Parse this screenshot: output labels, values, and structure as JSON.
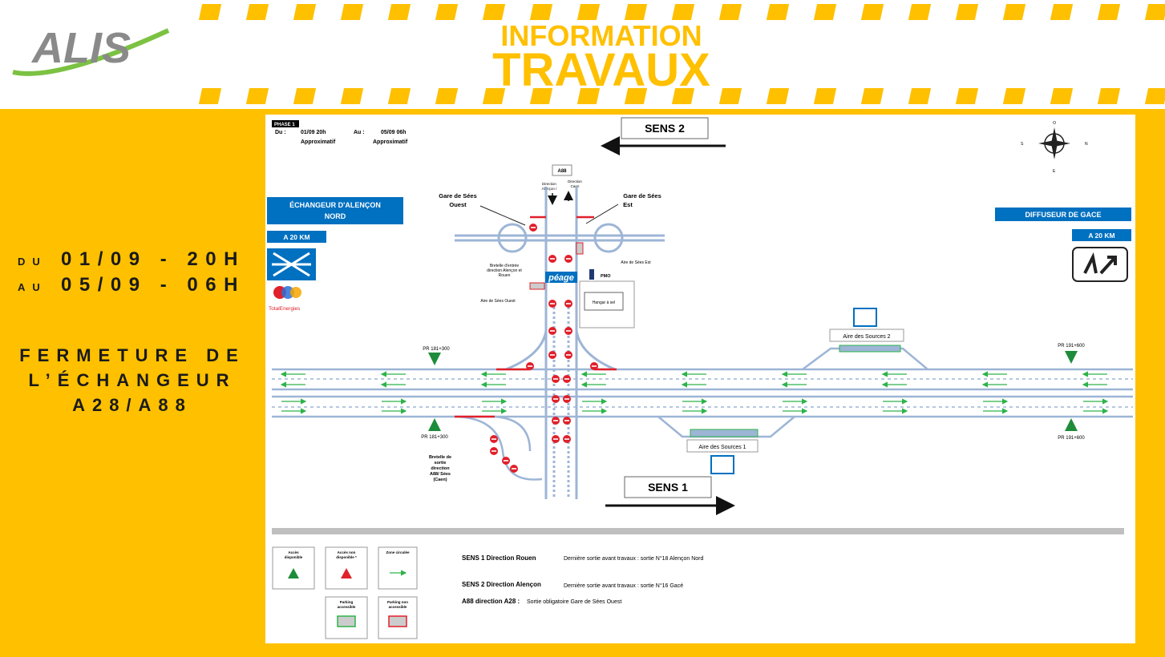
{
  "header": {
    "logo_text": "ALIS",
    "title_line1": "INFORMATION",
    "title_line2": "TRAVAUX"
  },
  "sidebar": {
    "du_label": "DU",
    "du_value": "01/09 - 20H",
    "au_label": "AU",
    "au_value": "05/09 - 06H",
    "closure_lines": [
      "FERMETURE DE",
      "L’ÉCHANGEUR",
      "A28/A88"
    ]
  },
  "map": {
    "phase": {
      "label": "PHASE 1",
      "du_label": "Du :",
      "du_value": "01/09 20h",
      "au_label": "Au :",
      "au_value": "05/09 06h",
      "approx": "Approximatif"
    },
    "sens2": "SENS 2",
    "sens1": "SENS 1",
    "compass": {
      "n": "N",
      "s": "S",
      "e": "E",
      "o": "O"
    },
    "a88_label": "A88",
    "direction_alencon": [
      "Direction",
      "Alençon /"
    ],
    "direction_caen": [
      "Direction",
      "Caen"
    ],
    "gare_ouest": [
      "Gare de Sées",
      "Ouest"
    ],
    "gare_est": [
      "Gare de Sées",
      "Est"
    ],
    "echangeur": [
      "ÉCHANGEUR D'ALENÇON",
      "NORD"
    ],
    "echangeur_km": "A 20 KM",
    "diffuseur": "DIFFUSEUR DE GACE",
    "diffuseur_km": "A 20 KM",
    "total_text": "TotalEnergies",
    "bretelle_entree": [
      "Bretelle d'entrée",
      "direction Alençon et",
      "Rouen"
    ],
    "aire_sees_ouest": "Aire de Sées Ouest",
    "aire_sees_est": "Aire de Sées Est",
    "peage": "péage",
    "pmo": "PMO",
    "hangar": "Hangar à sel",
    "aire_sources2": "Aire des Sources 2",
    "aire_sources1": "Aire des Sources 1",
    "pr_181_top": "PR 181+300",
    "pr_181_bottom": "PR 181+300",
    "pr_191_top": "PR 191+600",
    "pr_191_bottom": "PR 191+600",
    "bretelle_sortie": [
      "Bretelle de",
      "sortie",
      "direction",
      "A88/ Sées",
      "(Caen)"
    ]
  },
  "legend": {
    "acces_dispo": [
      "Accès",
      "disponible"
    ],
    "acces_non_dispo": [
      "Accès non",
      "disponible *"
    ],
    "zone_circulee": "Zone circulée",
    "parking_acc": [
      "Parking",
      "accessible"
    ],
    "parking_non_acc": [
      "Parking non",
      "accessible"
    ],
    "sens1_title": "SENS 1 Direction Rouen",
    "sens1_text": "Dernière sortie avant travaux : sortie N°18 Alençon Nord",
    "sens2_title": "SENS 2 Direction Alençon",
    "sens2_text": "Dernière sortie avant travaux : sortie N°16 Gacé",
    "a88_title": "A88 direction A28 :",
    "a88_text": "Sortie obligatoire Gare de Sées Ouest"
  },
  "colors": {
    "yellow": "#FFC000",
    "blue_sign": "#0070C0",
    "road_blue": "#9DB5D6",
    "arrow_green": "#2DB34A",
    "no_entry_red": "#E0202A",
    "pr_green": "#1E8C3A",
    "logo_gray": "#8A8A8A",
    "logo_green": "#7CC242"
  }
}
